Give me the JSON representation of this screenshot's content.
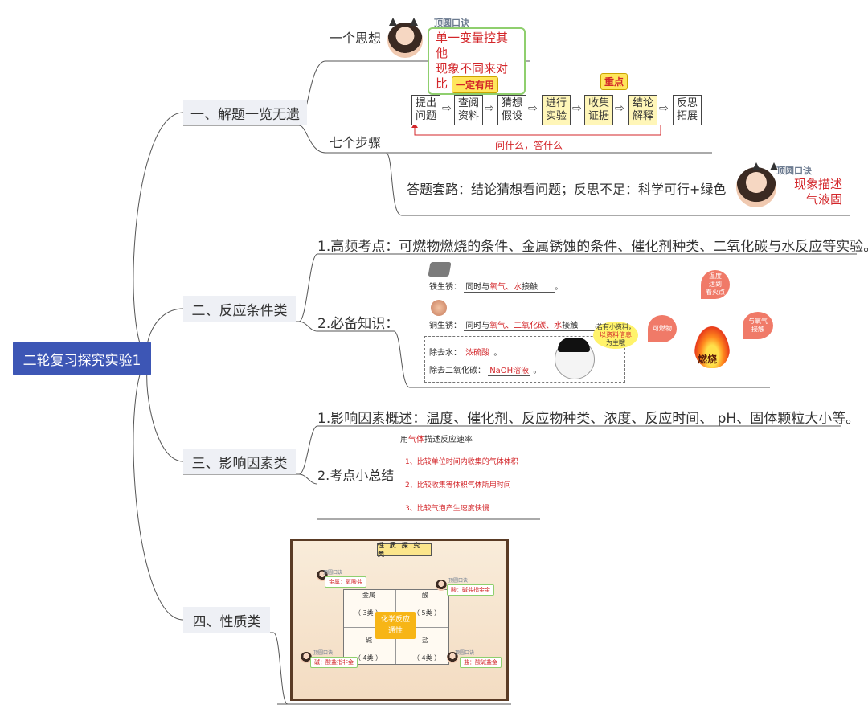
{
  "root": "二轮复习探究实验1",
  "branches": [
    {
      "label": "一、解题一览无遗"
    },
    {
      "label": "二、反应条件类"
    },
    {
      "label": "三、影响因素类"
    },
    {
      "label": "四、性质类"
    }
  ],
  "b1": {
    "idea_label": "一个思想",
    "tag": "顶圆口诀",
    "idea_card": [
      "单一变量控其他",
      "现象不同来对比"
    ],
    "steps_label": "七个步骤",
    "steps": [
      "提出\n问题",
      "查阅\n资料",
      "猜想\n假设",
      "进行\n实验",
      "收集\n证据",
      "结论\n解释",
      "反思\n拓展"
    ],
    "badge_useful": "一定有用",
    "badge_key": "重点",
    "loop_text": "问什么，答什么",
    "routine": "答题套路：结论猜想看问题；反思不足：科学可行+绿色",
    "routine_card": [
      "现象描述",
      "气液固"
    ]
  },
  "b2": {
    "item1": "1.高频考点：可燃物燃烧的条件、金属锈蚀的条件、催化剂种类、二氧化碳与水反应等实验。",
    "item2": "2.必备知识：",
    "iron_prefix": "铁生锈：",
    "iron_text": "同时与",
    "iron_red": "氧气、水",
    "iron_suffix": "接触",
    "copper_prefix": "铜生锈：",
    "copper_text": "同时与",
    "copper_red": "氧气、二氧化碳、水",
    "copper_suffix": "接触",
    "remove_water": "除去水：",
    "remove_water_red": "浓硫酸",
    "remove_co2": "除去二氧化碳：",
    "remove_co2_red": "NaOH溶液",
    "speech": [
      "若有小资料，",
      "以资料信息",
      "为主哦"
    ],
    "bubble_temp": [
      "温度",
      "达到",
      "着火点"
    ],
    "bubble_combustible": "可燃物",
    "bubble_oxygen": [
      "与氧气",
      "接触"
    ],
    "burn": "燃烧",
    "period": "。"
  },
  "b3": {
    "item1": "1.影响因素概述：温度、催化剂、反应物种类、浓度、反应时间、 pH、固体颗粒大小等。",
    "item2": "2.考点小总结",
    "rate_pre": "用",
    "rate_red": "气体",
    "rate_post": "描述反应速率",
    "points": [
      "1、比较单位时间内收集的气体体积",
      "2、比较收集等体积气体所用时间",
      "3、比较气泡产生速度快慢"
    ]
  },
  "b4": {
    "panel_title": "性 质 探 究 类",
    "cells": [
      "金属",
      "酸",
      "碱",
      "盐"
    ],
    "counts": [
      "（ 3类 ）",
      "（ 5类 ）",
      "（ 4类 ）",
      "（ 4类 ）"
    ],
    "center": [
      "化学反应",
      "通性"
    ],
    "tag": "顶圆口诀",
    "cards": [
      "金属：氧酸盐",
      "酸：碱盐指金金",
      "碱：酸盐指非金",
      "盐：酸碱盐金"
    ]
  },
  "colors": {
    "accent": "#3d56b5",
    "red": "#d3262a",
    "highlight": "#fff6b8",
    "badge": "#ffe65c",
    "green": "#8fcf6e"
  }
}
